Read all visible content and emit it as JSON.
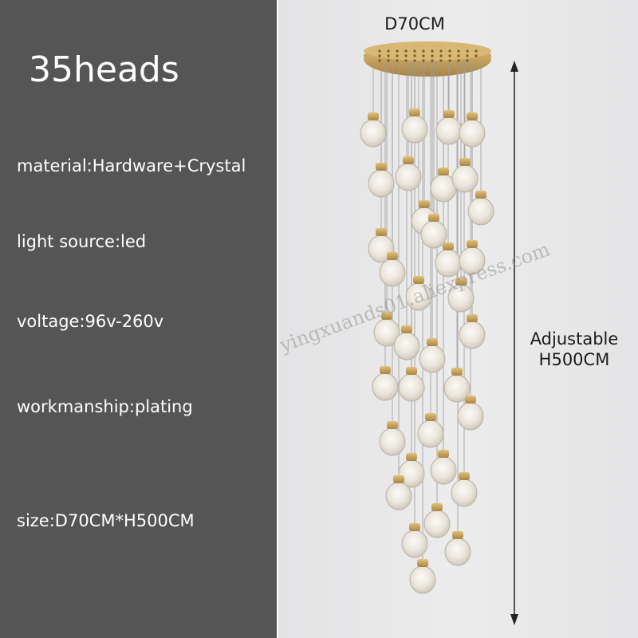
{
  "title": "35heads",
  "specs": {
    "material": "material:Hardware+Crystal",
    "light_source": "light source:led",
    "voltage": "voltage:96v-260v",
    "workmanship": "workmanship:plating",
    "size": "size:D70CM*H500CM"
  },
  "dimensions": {
    "diameter": "D70CM",
    "height_line1": "Adjustable",
    "height_line2": "H500CM"
  },
  "watermark": "yingxuands01.aliexpress.com",
  "colors": {
    "left_panel": "#555555",
    "right_panel": "#e7e7e8",
    "gold": "#c9a45c",
    "crystal": "#f2efe8"
  },
  "icons": [
    "chandelier-image",
    "dimension-arrow-icon"
  ]
}
